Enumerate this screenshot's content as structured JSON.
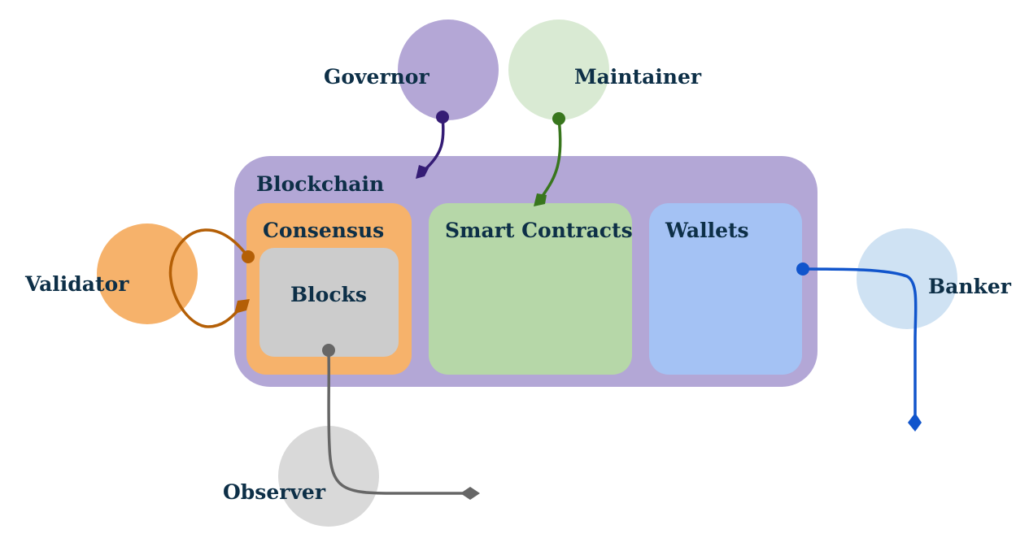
{
  "diagram": {
    "container": {
      "label": "Blockchain",
      "components": {
        "consensus": "Consensus",
        "blocks": "Blocks",
        "smart_contracts": "Smart Contracts",
        "wallets": "Wallets"
      }
    },
    "actors": {
      "governor": "Governor",
      "maintainer": "Maintainer",
      "validator": "Validator",
      "banker": "Banker",
      "observer": "Observer"
    },
    "colors": {
      "blockchain_fill": "#b3a7d6",
      "consensus_fill": "#f6b26b",
      "blocks_fill": "#cccccc",
      "smart_contracts_fill": "#b6d7a8",
      "wallets_fill": "#a4c2f4",
      "governor_fill": "#b4a7d6",
      "maintainer_fill": "#d9ead3",
      "validator_fill": "#f6b26b",
      "banker_fill": "#cfe2f3",
      "observer_fill": "#d9d9d9",
      "governor_connector": "#351c75",
      "maintainer_connector": "#38761d",
      "validator_connector": "#b45f06",
      "banker_connector": "#1155cc",
      "observer_connector": "#666666",
      "label_text": "#0d2f47"
    }
  }
}
